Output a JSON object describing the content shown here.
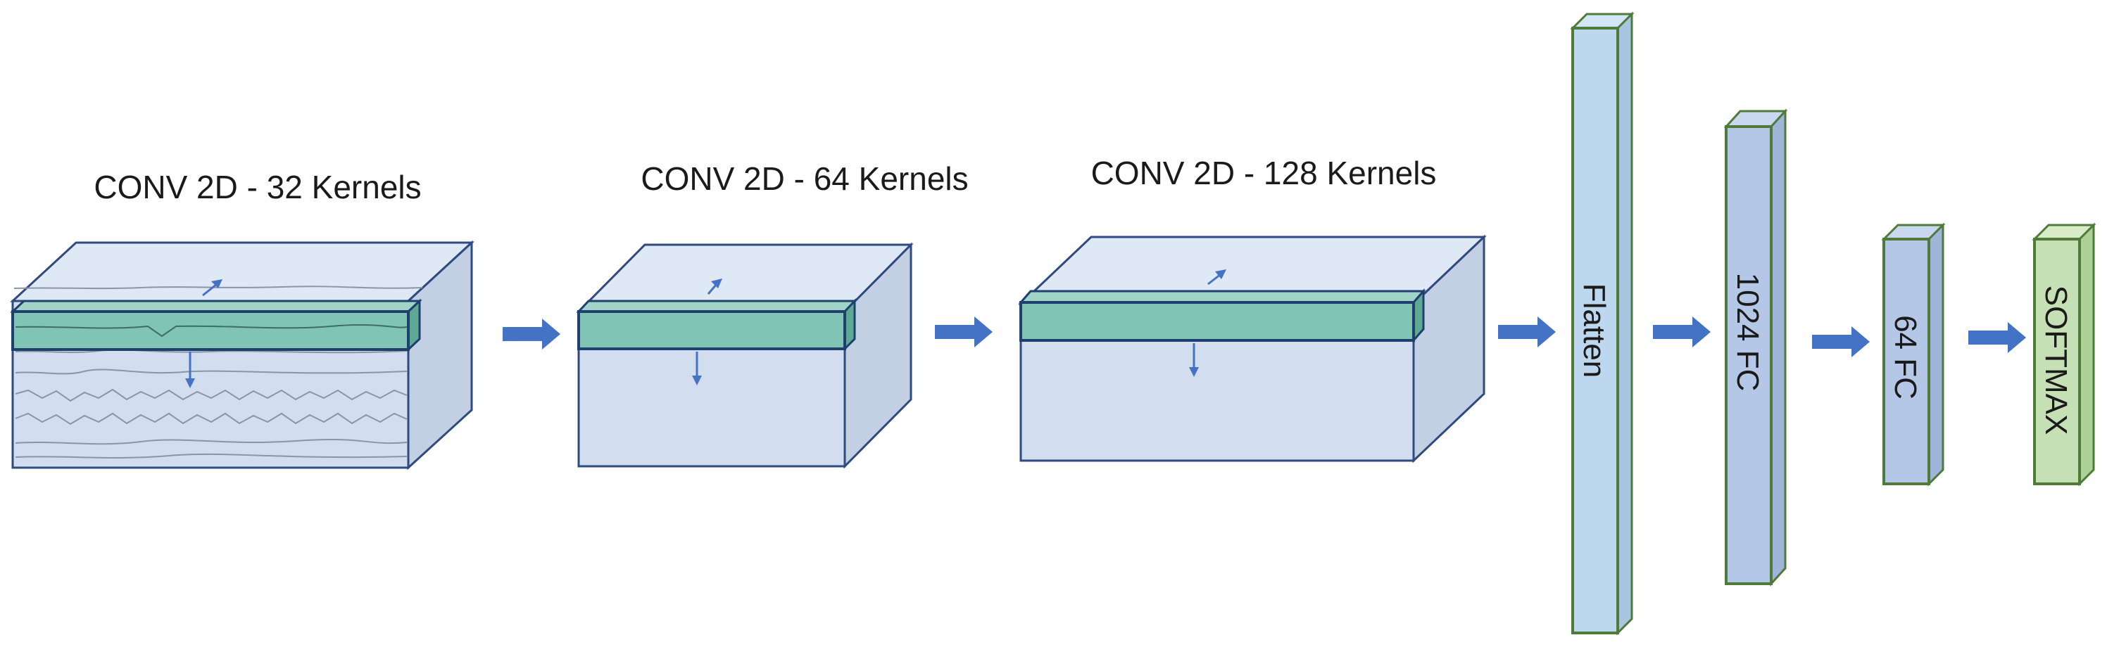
{
  "diagram": {
    "conv_blocks": [
      {
        "label": "CONV 2D - 32 Kernels"
      },
      {
        "label": "CONV 2D - 64 Kernels"
      },
      {
        "label": "CONV 2D - 128 Kernels"
      }
    ],
    "dense_blocks": [
      {
        "label": "Flatten",
        "color": "#bdd7ee",
        "side_color": "#a9c6e0"
      },
      {
        "label": "1024 FC",
        "color": "#b4c7e7",
        "side_color": "#9fb5da"
      },
      {
        "label": "64 FC",
        "color": "#b4c7e7",
        "side_color": "#9fb5da"
      },
      {
        "label": "SOFTMAX",
        "color": "#c5e0b4",
        "side_color": "#add096"
      }
    ],
    "colors": {
      "arrow": "#4472c4",
      "kernel_slab": "#7fc4b4",
      "volume": "#d2def0",
      "fc_border": "#4e7a3a"
    }
  }
}
